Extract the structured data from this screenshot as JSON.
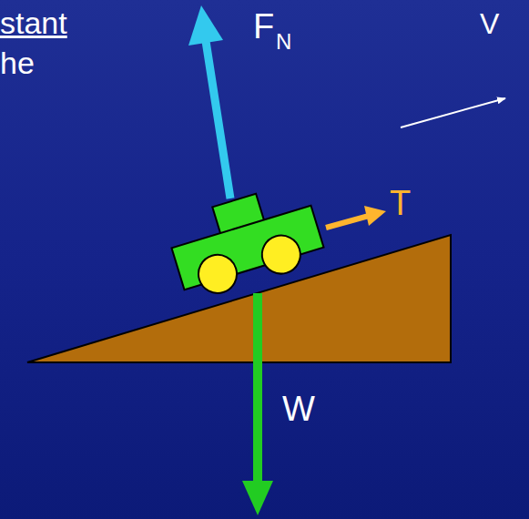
{
  "diagram": {
    "labels": [
      "stant",
      "he",
      "F",
      "N",
      "V",
      "T",
      "W"
    ]
  }
}
